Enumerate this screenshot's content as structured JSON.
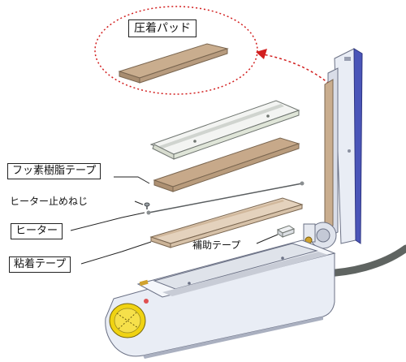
{
  "labels": {
    "pressure_pad": "圧着パッド",
    "ptfe_tape": "フッ素樹脂テープ",
    "heater_screw": "ヒーター止めねじ",
    "heater": "ヒーター",
    "adhesive_tape": "粘着テープ",
    "auxiliary_tape": "補助テープ"
  },
  "colors": {
    "device_body": "#e9edf5",
    "blue_trim": "#4a55b8",
    "pad_tan": "#c9ad8e",
    "dial_yellow": "#f2d20a",
    "callout_red": "#d21f1f",
    "cord": "#5f6461"
  }
}
